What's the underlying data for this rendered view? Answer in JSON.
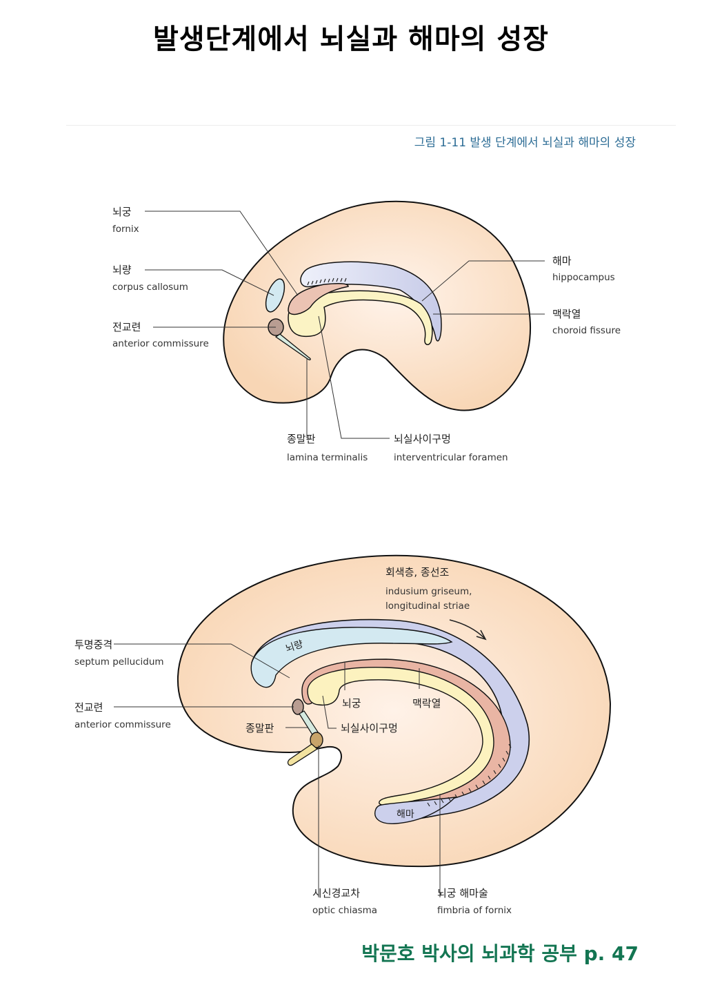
{
  "page_title": "발생단계에서 뇌실과 해마의 성장",
  "figure_caption": "그림 1-11 발생 단계에서 뇌실과 해마의 성장",
  "colors": {
    "brain_fill": "#f9dcc0",
    "brain_outline": "#111111",
    "hippocampus_fill": "#cdd0ea",
    "corpus_callosum_fill": "#cfe6ef",
    "fornix_fill": "#e8b7a6",
    "choroid_fill": "#fbf3bd",
    "anterior_commissure_fill": "#b69a8e",
    "lamina_terminalis_fill": "#d5e9df",
    "optic_chiasma_fill": "#c8a46a",
    "optic_nerve_fill": "#f3e3a0",
    "caption_color": "#2c6c95",
    "footer_color": "#137552"
  },
  "diagram_top": {
    "labels": {
      "fornix": {
        "ko": "뇌궁",
        "en": "fornix"
      },
      "corpus_callosum": {
        "ko": "뇌량",
        "en": "corpus callosum"
      },
      "anterior_commissure": {
        "ko": "전교련",
        "en": "anterior commissure"
      },
      "hippocampus": {
        "ko": "해마",
        "en": "hippocampus"
      },
      "choroid_fissure": {
        "ko": "맥락열",
        "en": "choroid fissure"
      },
      "lamina_terminalis": {
        "ko": "종말판",
        "en": "lamina terminalis"
      },
      "interventricular_foramen": {
        "ko": "뇌실사이구멍",
        "en": "interventricular foramen"
      }
    }
  },
  "diagram_bottom": {
    "labels": {
      "indusium_griseum": {
        "ko": "회색층, 종선조",
        "en_line1": "indusium griseum,",
        "en_line2": "longitudinal striae"
      },
      "septum_pellucidum": {
        "ko": "투명중격",
        "en": "septum pellucidum"
      },
      "anterior_commissure": {
        "ko": "전교련",
        "en": "anterior commissure"
      },
      "lamina_terminalis": {
        "ko": "종말판"
      },
      "corpus_callosum_inline": "뇌량",
      "fornix_inline": "뇌궁",
      "choroid_fissure_inline": "맥락열",
      "interventricular_foramen_inline": "뇌실사이구멍",
      "hippocampus_inline": "해마",
      "optic_chiasma": {
        "ko": "시신경교차",
        "en": "optic chiasma"
      },
      "fimbria_of_fornix": {
        "ko": "뇌궁 해마술",
        "en": "fimbria of fornix"
      }
    }
  },
  "footer": "박문호 박사의 뇌과학 공부 p. 47"
}
